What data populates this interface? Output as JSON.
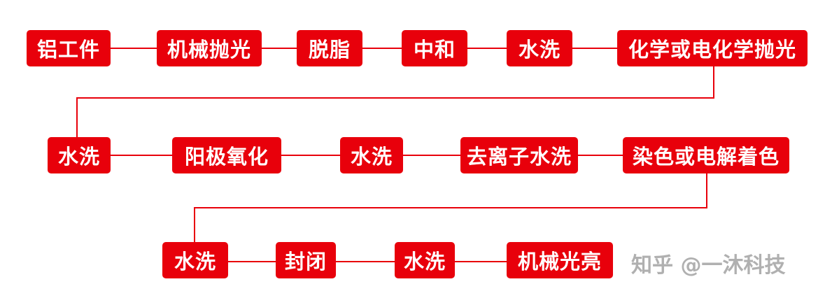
{
  "diagram": {
    "accent_color": "#e8000b",
    "line_color": "#e8000b",
    "rows": [
      [
        "铝工件",
        "机械抛光",
        "脱脂",
        "中和",
        "水洗",
        "化学或电化学抛光"
      ],
      [
        "水洗",
        "阳极氧化",
        "水洗",
        "去离子水洗",
        "染色或电解着色"
      ],
      [
        "水洗",
        "封闭",
        "水洗",
        "机械光亮"
      ]
    ]
  },
  "watermark": "知乎 @一沐科技"
}
